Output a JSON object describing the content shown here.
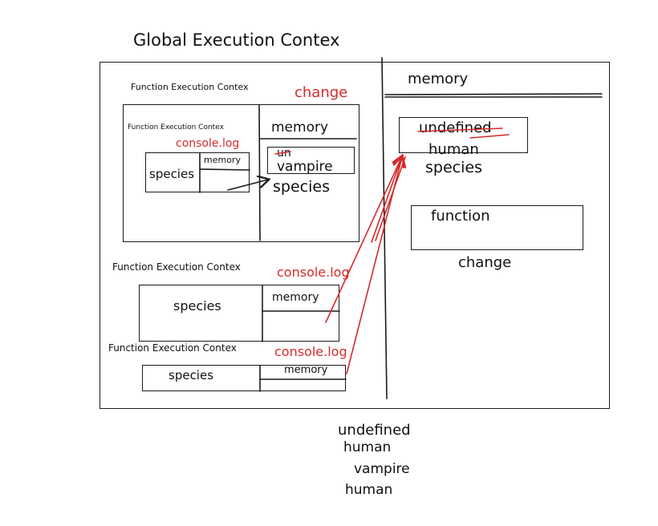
{
  "title": "Global Execution Contex",
  "global_memory": {
    "label": "memory",
    "var_old": "undefined",
    "var_new": "human",
    "var_name": "species",
    "fn_value": "function",
    "fn_name": "change"
  },
  "fec_change": {
    "label": "Function Execution Contex",
    "caller": "change",
    "memory_label": "memory",
    "var_old": "un",
    "var_new": "vampire",
    "var_name": "species"
  },
  "fec_inner": {
    "label": "Function Execution Contex",
    "caller": "console.log",
    "var_name": "species",
    "memory_label": "memory"
  },
  "fec_second": {
    "label": "Function Execution Contex",
    "caller": "console.log",
    "var_name": "species",
    "memory_label": "memory"
  },
  "fec_third": {
    "label": "Function Execution Contex",
    "caller": "console.log",
    "var_name": "species",
    "memory_label": "memory"
  },
  "console_output": [
    "undefined",
    "human",
    "vampire",
    "human"
  ],
  "colors": {
    "ink": "#1a1a1a",
    "annotation": "#d42a2a"
  }
}
